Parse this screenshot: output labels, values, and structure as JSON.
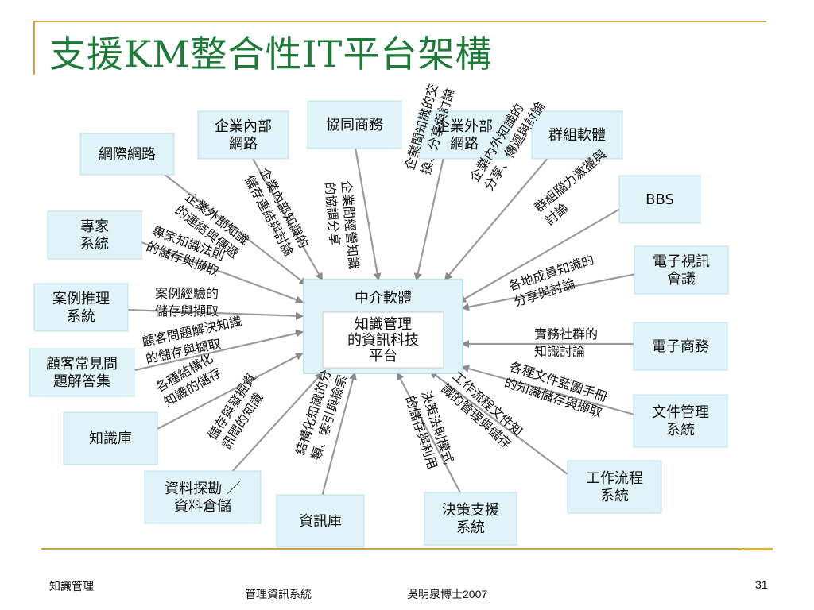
{
  "title": "支援KM整合性IT平台架構",
  "center": {
    "label": "中介軟體",
    "inner": [
      "知識管理",
      "的資訊科技",
      "平台"
    ]
  },
  "nodes": [
    {
      "id": "n0",
      "lines": [
        "網際網路"
      ]
    },
    {
      "id": "n1",
      "lines": [
        "企業內部",
        "網路"
      ]
    },
    {
      "id": "n2",
      "lines": [
        "協同商務"
      ]
    },
    {
      "id": "n3",
      "lines": [
        "企業外部",
        "網路"
      ]
    },
    {
      "id": "n4",
      "lines": [
        "群組軟體"
      ]
    },
    {
      "id": "n5",
      "lines": [
        "BBS"
      ]
    },
    {
      "id": "n6",
      "lines": [
        "專家",
        "系統"
      ]
    },
    {
      "id": "n7",
      "lines": [
        "電子視訊",
        "會議"
      ]
    },
    {
      "id": "n8",
      "lines": [
        "案例推理",
        "系統"
      ]
    },
    {
      "id": "n9",
      "lines": [
        "電子商務"
      ]
    },
    {
      "id": "n10",
      "lines": [
        "顧客常見問",
        "題解答集"
      ]
    },
    {
      "id": "n11",
      "lines": [
        "文件管理",
        "系統"
      ]
    },
    {
      "id": "n12",
      "lines": [
        "知識庫"
      ]
    },
    {
      "id": "n13",
      "lines": [
        "工作流程",
        "系統"
      ]
    },
    {
      "id": "n14",
      "lines": [
        "資料探勘 ／",
        "資料倉儲"
      ]
    },
    {
      "id": "n15",
      "lines": [
        "資訊庫"
      ]
    },
    {
      "id": "n16",
      "lines": [
        "決策支援",
        "系統"
      ]
    }
  ],
  "edge_labels": [
    {
      "id": "e0",
      "lines": [
        "企業外部知識",
        "的連結與傳遞"
      ]
    },
    {
      "id": "e1",
      "lines": [
        "企業內部知識的",
        "儲存連結與討論"
      ]
    },
    {
      "id": "e2",
      "lines": [
        "企業間經營知識",
        "的協調分享"
      ]
    },
    {
      "id": "e3",
      "lines": [
        "企業間知識的交",
        "換、分享與討論"
      ]
    },
    {
      "id": "e4",
      "lines": [
        "企業內外知識的",
        "分享、傳遞與討論"
      ]
    },
    {
      "id": "e5",
      "lines": [
        "群組腦力激盪與",
        "討論"
      ]
    },
    {
      "id": "e6",
      "lines": [
        "專家知識法則",
        "的儲存與擷取"
      ]
    },
    {
      "id": "e7",
      "lines": [
        "各地成員知識的",
        "分享與討論"
      ]
    },
    {
      "id": "e8",
      "lines": [
        "案例經驗的",
        "儲存與擷取"
      ]
    },
    {
      "id": "e9",
      "lines": [
        "實務社群的",
        "知識討論"
      ]
    },
    {
      "id": "e10",
      "lines": [
        "顧客問題解決知識",
        "的儲存與擷取"
      ]
    },
    {
      "id": "e11",
      "lines": [
        "各種文件藍圖手冊",
        "的知識儲存與擷取"
      ]
    },
    {
      "id": "e12",
      "lines": [
        "各種結構化",
        "知識的儲存"
      ]
    },
    {
      "id": "e13",
      "lines": [
        "工作流程文件知",
        "識的管理與儲存"
      ]
    },
    {
      "id": "e14",
      "lines": [
        "儲存與發掘資",
        "訊間的知識"
      ]
    },
    {
      "id": "e15",
      "lines": [
        "結構化知識的分",
        "類、索引與檢索"
      ]
    },
    {
      "id": "e16",
      "lines": [
        "決策法則模式",
        "的儲存與利用"
      ]
    }
  ],
  "footer": {
    "left": "知識管理",
    "center": "管理資訊系統",
    "author": "吳明泉博士2007",
    "page": "31"
  },
  "colors": {
    "title": "#1f7a3a",
    "box_fill": "#dff3f8",
    "line": "#9b9b9b",
    "rule": "#c8a448"
  }
}
